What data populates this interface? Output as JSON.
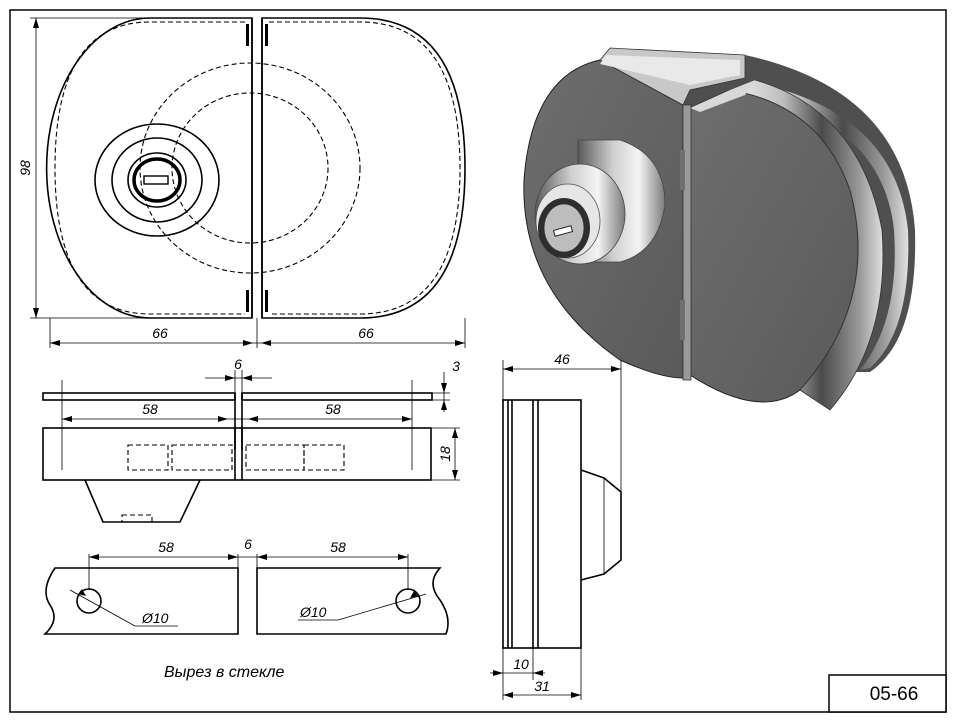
{
  "sheet_code": "05-66",
  "caption": "Вырез в стекле",
  "dimensions": {
    "height": "98",
    "left_width": "66",
    "right_width": "66",
    "gap_top": "6",
    "thickness_plate": "3",
    "inner_left": "58",
    "inner_right": "58",
    "body_height": "18",
    "side_width": "46",
    "side_bottom_a": "10",
    "side_bottom_b": "31",
    "cut_left": "58",
    "cut_gap": "6",
    "cut_right": "58",
    "hole_left": "Ø10",
    "hole_right": "Ø10"
  },
  "colors": {
    "line": "#000000",
    "metal_dark": "#5c5c5c",
    "metal_mid": "#8a8a8a",
    "metal_light": "#d4d4d4",
    "background": "#ffffff"
  }
}
